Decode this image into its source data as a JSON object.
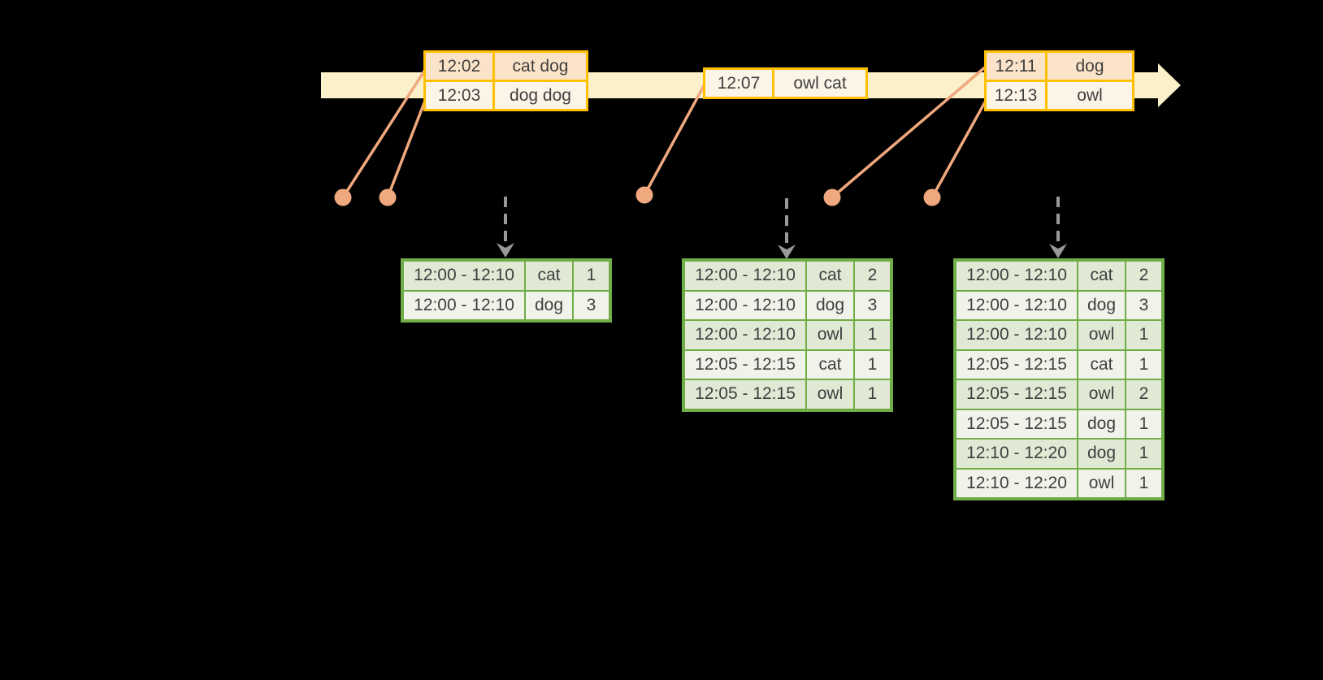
{
  "colors": {
    "background": "#000000",
    "band": "#FAF0C9",
    "gold": "#FFC000",
    "peach_dark": "#FBE3C9",
    "peach_light": "#FDF4E8",
    "salmon": "#F0A87E",
    "green_border": "#70AD47",
    "green_dark": "#DFE9D4",
    "green_light": "#EFF3EA",
    "arrow_gray": "#999999",
    "text": "#3F3F3F"
  },
  "event_tables": [
    {
      "rows": [
        [
          "12:02",
          "cat dog"
        ],
        [
          "12:03",
          "dog dog"
        ]
      ]
    },
    {
      "rows": [
        [
          "12:07",
          "owl cat"
        ]
      ]
    },
    {
      "rows": [
        [
          "12:11",
          "dog"
        ],
        [
          "12:13",
          "owl"
        ]
      ]
    }
  ],
  "result_tables": [
    {
      "rows": [
        [
          "12:00 - 12:10",
          "cat",
          "1"
        ],
        [
          "12:00 - 12:10",
          "dog",
          "3"
        ]
      ]
    },
    {
      "rows": [
        [
          "12:00 - 12:10",
          "cat",
          "2"
        ],
        [
          "12:00 - 12:10",
          "dog",
          "3"
        ],
        [
          "12:00 - 12:10",
          "owl",
          "1"
        ],
        [
          "12:05 - 12:15",
          "cat",
          "1"
        ],
        [
          "12:05 - 12:15",
          "owl",
          "1"
        ]
      ]
    },
    {
      "rows": [
        [
          "12:00 - 12:10",
          "cat",
          "2"
        ],
        [
          "12:00 - 12:10",
          "dog",
          "3"
        ],
        [
          "12:00 - 12:10",
          "owl",
          "1"
        ],
        [
          "12:05 - 12:15",
          "cat",
          "1"
        ],
        [
          "12:05 - 12:15",
          "owl",
          "2"
        ],
        [
          "12:05 - 12:15",
          "dog",
          "1"
        ],
        [
          "12:10 - 12:20",
          "dog",
          "1"
        ],
        [
          "12:10 - 12:20",
          "owl",
          "1"
        ]
      ]
    }
  ]
}
